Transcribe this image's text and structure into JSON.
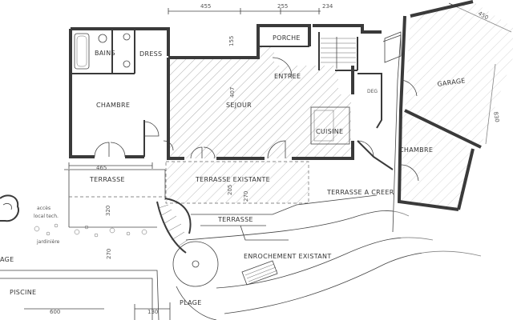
{
  "rooms": {
    "bains": "BAINS",
    "dress": "DRESS",
    "chambre_left": "CHAMBRE",
    "porche": "PORCHE",
    "entree": "ENTREE",
    "sejour": "SEJOUR",
    "cuisine": "CUISINE",
    "deg": "DEG",
    "garage": "GARAGE",
    "chambre_right": "CHAMBRE",
    "terrasse_left": "TERRASSE",
    "terrasse_existante": "TERRASSE EXISTANTE",
    "terrasse_center": "TERRASSE",
    "terrasse_right": "TERRASSE A CREER",
    "enrochement": "ENROCHEMENT EXISTANT",
    "piscine": "PISCINE",
    "plage_left": "AGE",
    "plage": "PLAGE",
    "acces": "accès",
    "local_tech": "local tech.",
    "jardiniere": "jardinière"
  },
  "dimensions": {
    "d455": "455",
    "d255": "255",
    "d234": "234",
    "d450": "450",
    "d155": "155",
    "d407": "407",
    "d465": "465",
    "d320": "320",
    "d270a": "270",
    "d270b": "270",
    "d205": "205",
    "d830": "830",
    "d600": "600",
    "d130": "130"
  }
}
